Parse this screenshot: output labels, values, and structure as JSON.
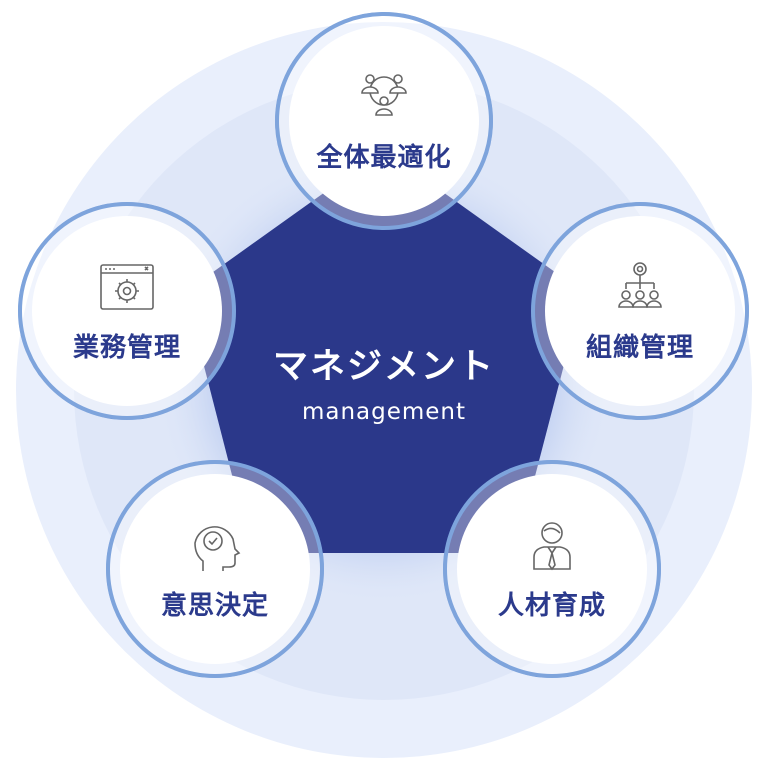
{
  "center": {
    "title": "マネジメント",
    "subtitle": "management"
  },
  "nodes": [
    {
      "label": "全体最適化",
      "icon": "people-network-icon"
    },
    {
      "label": "組織管理",
      "icon": "org-chart-gear-icon"
    },
    {
      "label": "人材育成",
      "icon": "businessman-icon"
    },
    {
      "label": "意思決定",
      "icon": "head-check-icon"
    },
    {
      "label": "業務管理",
      "icon": "browser-gear-icon"
    }
  ],
  "colors": {
    "pentagon": "#2b388a",
    "ring": "#3a73c9",
    "text": "#2b3a8c",
    "bg_outer": "#e9effc",
    "bg_inner": "#dfe7f8"
  }
}
